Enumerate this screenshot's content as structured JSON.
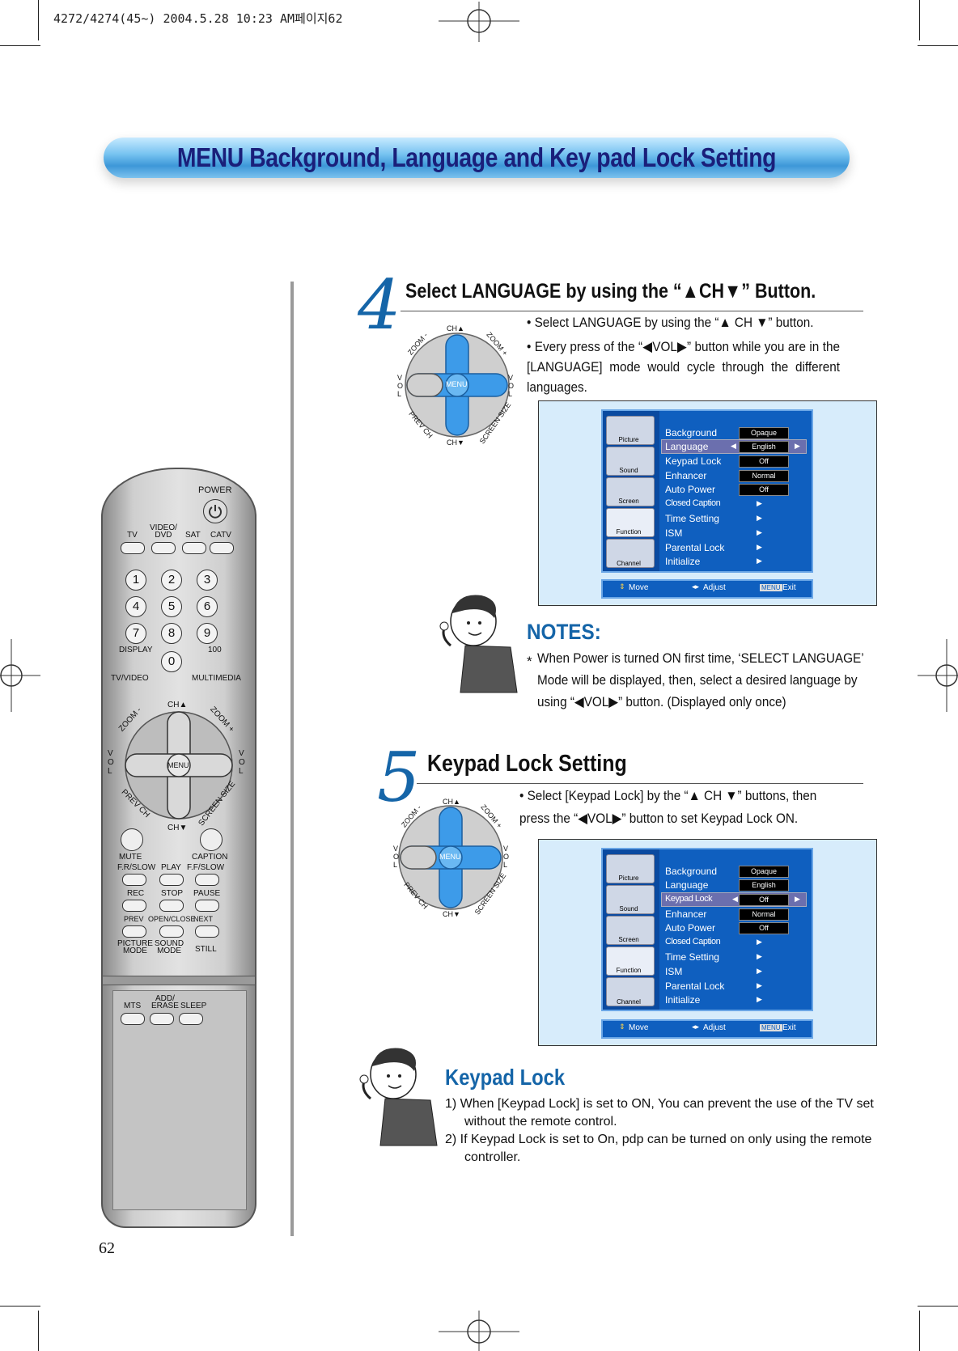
{
  "print_header": "4272/4274(45~) 2004.5.28 10:23 AM페이지62",
  "title": "MENU Background, Language and Key pad Lock Setting",
  "remote": {
    "power": "POWER",
    "sources": [
      "TV",
      "VIDEO/\nDVD",
      "SAT",
      "CATV"
    ],
    "digits": [
      "1",
      "2",
      "3",
      "4",
      "5",
      "6",
      "7",
      "8",
      "9",
      "0"
    ],
    "display": "DISPLAY",
    "hundred": "100",
    "tv_video": "TV/VIDEO",
    "multimedia": "MULTIMEDIA",
    "ch_up": "CH▲",
    "ch_down": "CH▼",
    "zoom_minus": "ZOOM -",
    "zoom_plus": "ZOOM +",
    "vol": "VOL",
    "menu": "MENU",
    "prev_ch": "PREV CH",
    "screen_size": "SCREEN SIZE",
    "mute": "MUTE",
    "caption": "CAPTION",
    "transport1": [
      "F.R/SLOW",
      "PLAY",
      "F.F/SLOW"
    ],
    "transport2": [
      "REC",
      "STOP",
      "PAUSE"
    ],
    "transport3": [
      "PREV",
      "OPEN/CLOSE",
      "NEXT"
    ],
    "picture_mode": "PICTURE\nMODE",
    "sound_mode": "SOUND\nMODE",
    "still": "STILL",
    "mts": "MTS",
    "add_erase": "ADD/\nERASE",
    "sleep": "SLEEP"
  },
  "step4": {
    "number": "4",
    "heading": "Select LANGUAGE by using the “▲CH▼” Button.",
    "bullet1": "• Select LANGUAGE by using the “▲ CH ▼” button.",
    "bullet2": "• Every press of the “◀VOL▶” button while you are in the [LANGUAGE] mode would cycle through the different languages."
  },
  "menu": {
    "sidebar": [
      "Picture",
      "Sound",
      "Screen",
      "Function",
      "Channel"
    ],
    "items": [
      "Background",
      "Language",
      "Keypad Lock",
      "Enhancer",
      "Auto Power",
      "Closed Caption",
      "Time Setting",
      "ISM",
      "Parental Lock",
      "Initialize"
    ],
    "values": [
      "Opaque",
      "English",
      "Off",
      "Normal",
      "Off"
    ],
    "footer_move": "Move",
    "footer_adjust": "Adjust",
    "footer_menu": "MENU",
    "footer_exit": "Exit"
  },
  "notes": {
    "title": "NOTES:",
    "star": "*",
    "text": "When Power is turned ON first time, ‘SELECT LANGUAGE’ Mode will be displayed, then, select a desired language by using “◀VOL▶” button. (Displayed only once)"
  },
  "step5": {
    "number": "5",
    "heading": "Keypad Lock Setting",
    "bullet1": "• Select [Keypad Lock] by the “▲ CH ▼” buttons, then press the “◀VOL▶” button to set Keypad Lock ON."
  },
  "keypad_lock": {
    "title": "Keypad Lock",
    "items": [
      "1)  When [Keypad Lock] is set to ON, You can prevent the use of the TV set without the remote control.",
      "2)  If Keypad Lock is set to On, pdp can be turned on only using the remote controller."
    ]
  },
  "page_number": "62",
  "colors": {
    "accent": "#1565a8",
    "title": "#1a1f7a",
    "menu_blue": "#0f5fbf",
    "dpad_blue": "#3d9be9"
  }
}
